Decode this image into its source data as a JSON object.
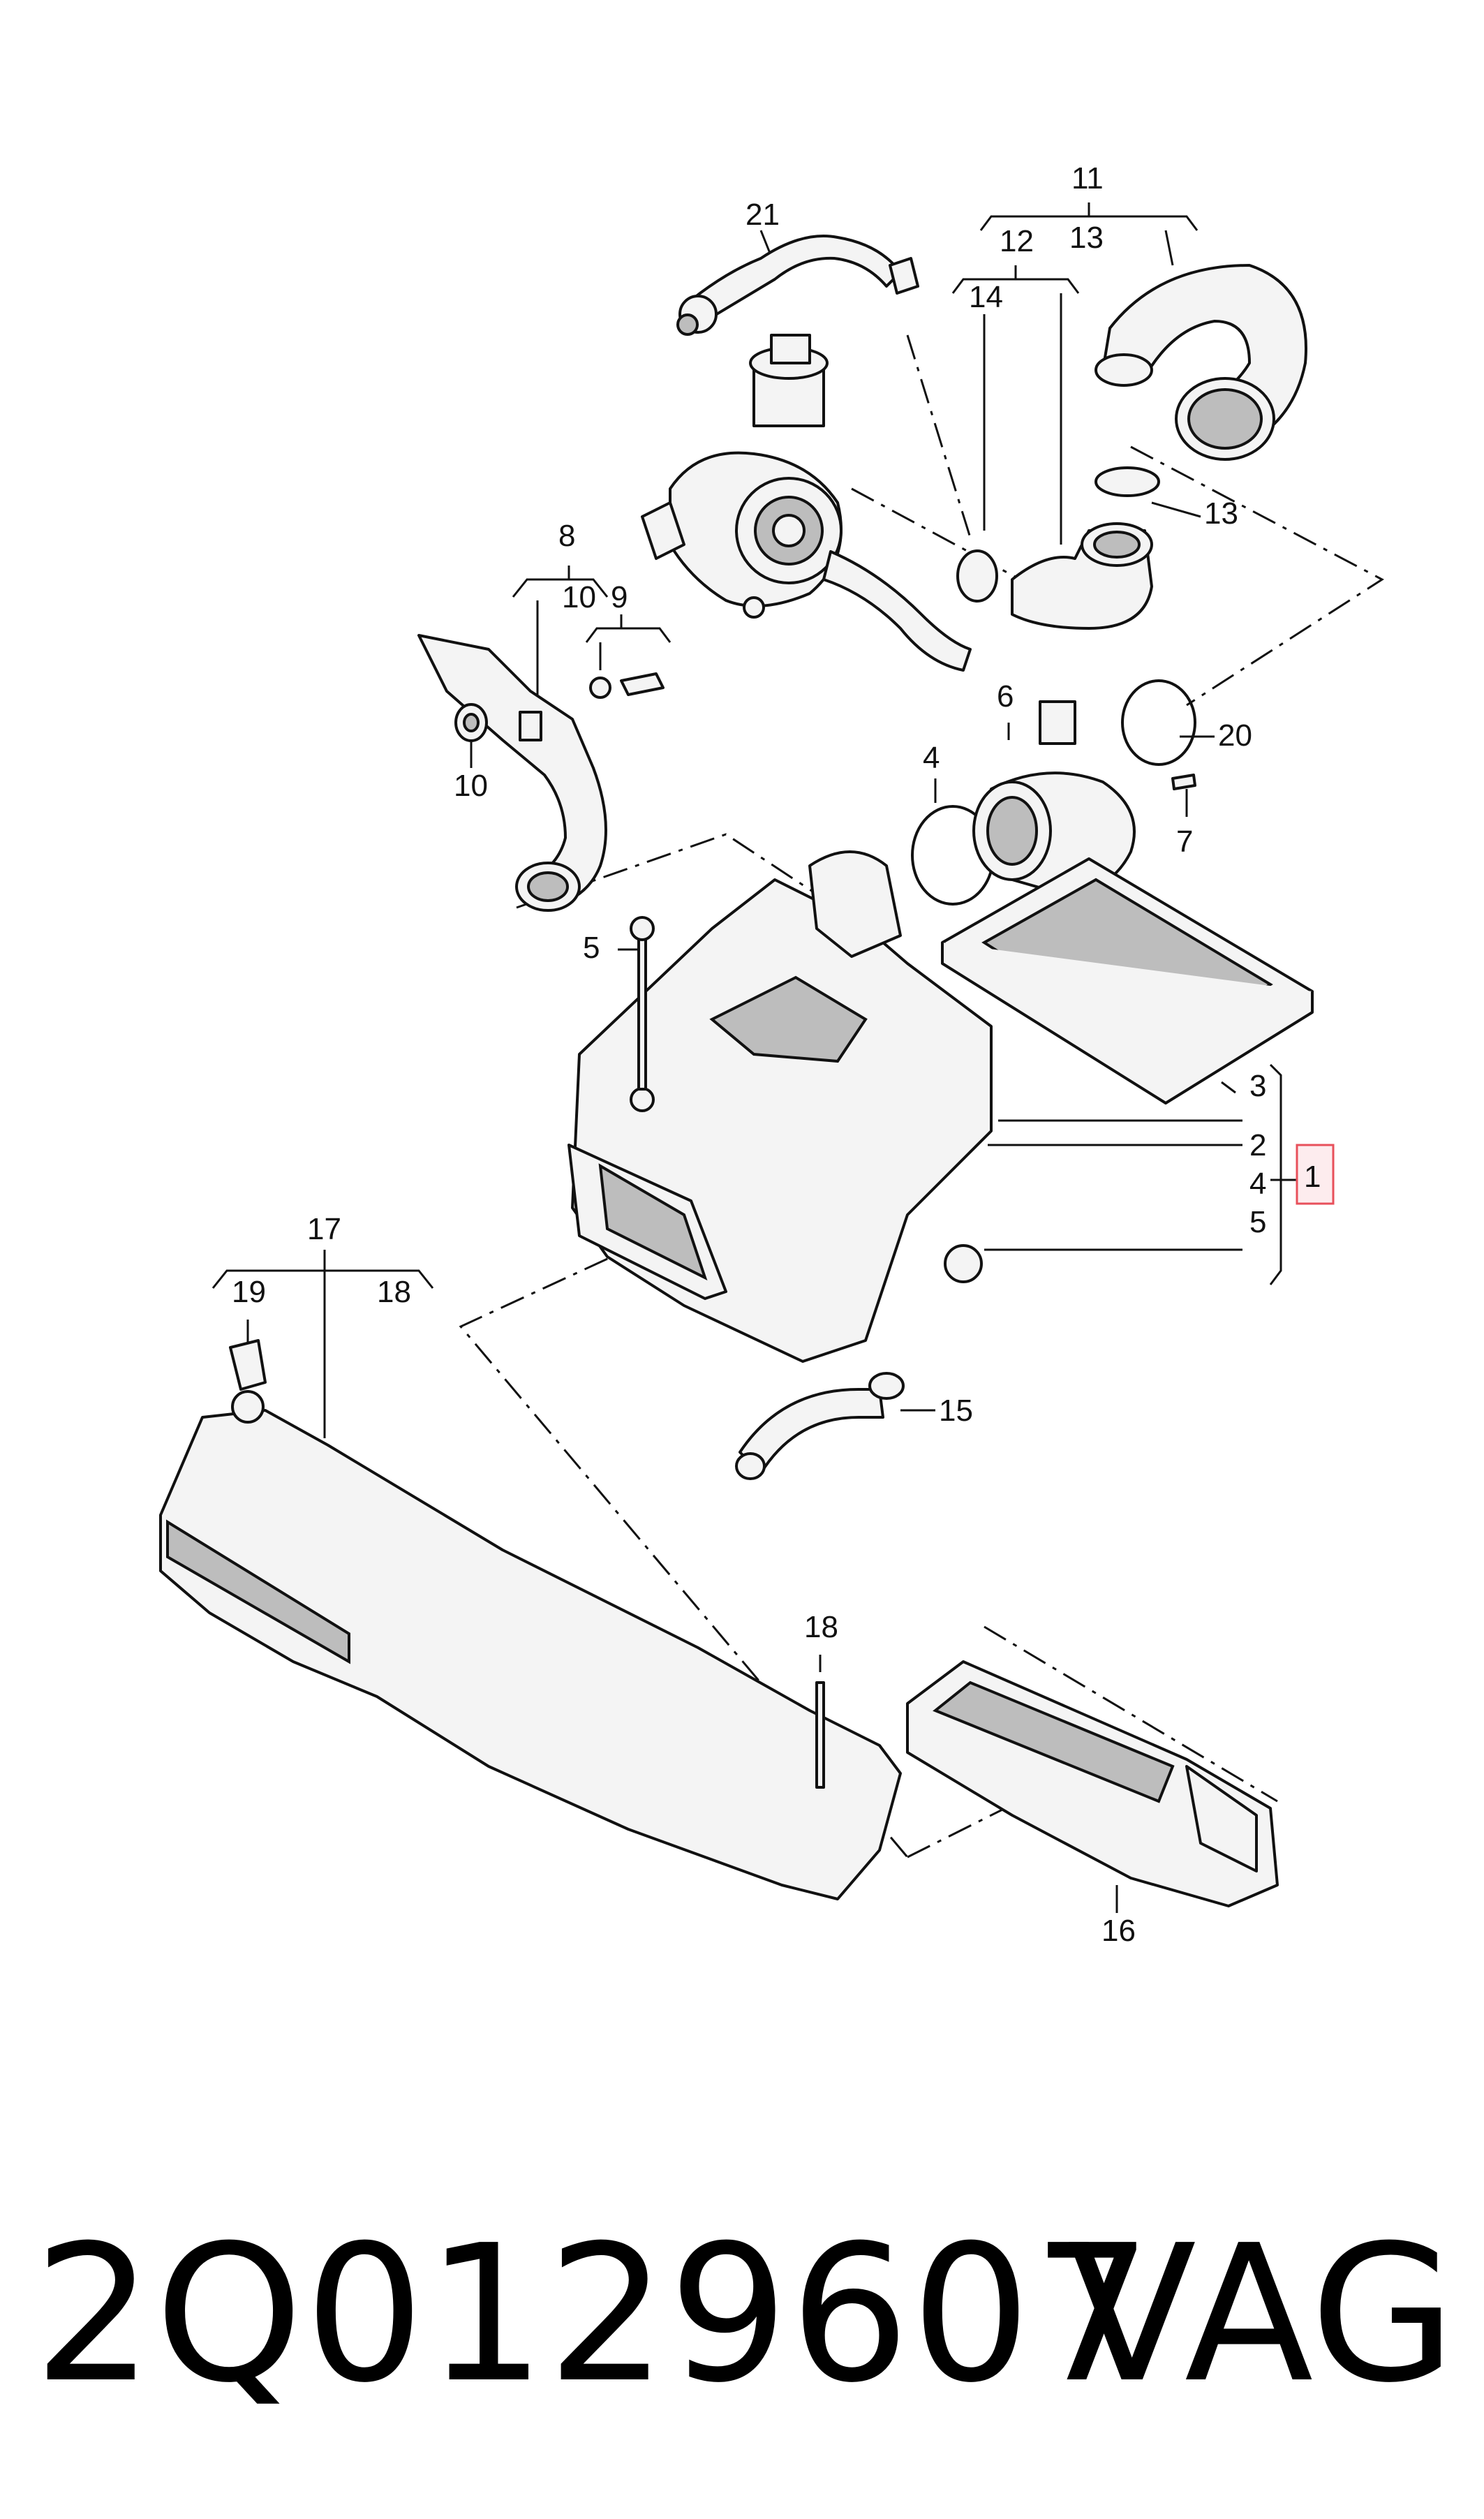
{
  "diagram": {
    "callouts": {
      "c1": "1",
      "c2": "2",
      "c3": "3",
      "c4a": "4",
      "c4b": "4",
      "c5a": "5",
      "c5b": "5",
      "c6": "6",
      "c7": "7",
      "c8": "8",
      "c9": "9",
      "c10a": "10",
      "c10b": "10",
      "c11": "11",
      "c12": "12",
      "c13a": "13",
      "c13b": "13",
      "c14": "14",
      "c15": "15",
      "c16": "16",
      "c17": "17",
      "c18a": "18",
      "c18b": "18",
      "c19": "19",
      "c20": "20",
      "c21": "21"
    },
    "highlight_color": "#e8505b"
  },
  "footer": {
    "part_number": "2Q0129607",
    "brand": "VAG"
  }
}
